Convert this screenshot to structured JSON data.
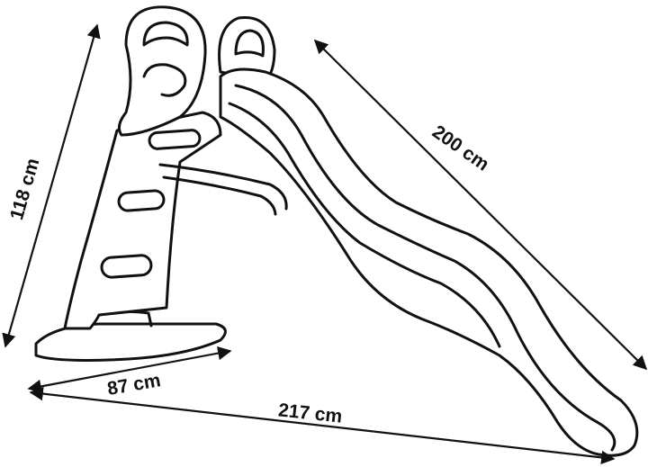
{
  "dimensions": {
    "height": "118 cm",
    "slide_length": "200 cm",
    "base_width": "87 cm",
    "total_length": "217 cm"
  }
}
